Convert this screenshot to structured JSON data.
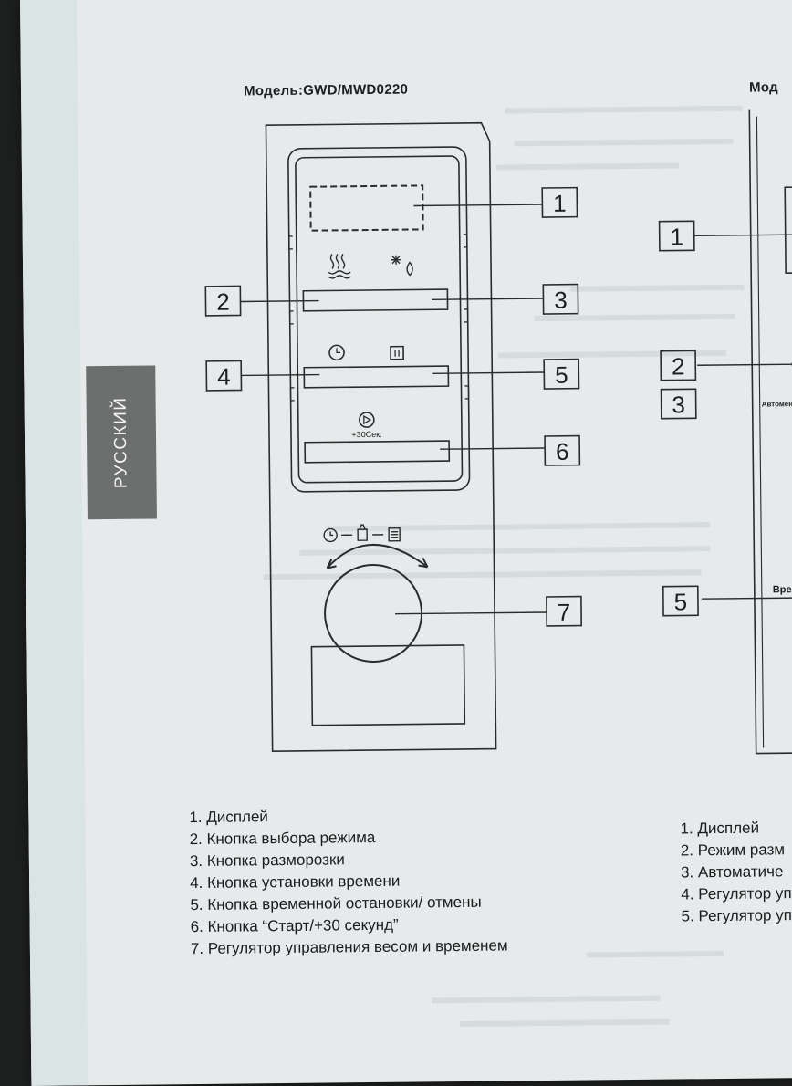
{
  "left_diagram": {
    "model_title": "Модель:GWD/MWD0220",
    "plus30_label": "+30Сек.",
    "callouts": [
      "1",
      "2",
      "3",
      "4",
      "5",
      "6",
      "7"
    ],
    "legend": [
      "1. Дисплей",
      "2. Кнопка выбора режима",
      "3. Кнопка разморозки",
      "4. Кнопка установки времени",
      "5. Кнопка временной остановки/ отмены",
      "6. Кнопка “Старт/+30 секунд”",
      "7. Регулятор управления весом и временем"
    ]
  },
  "side_tab": {
    "label": "РУССКИЙ"
  },
  "right_diagram": {
    "model_title_partial": "Мод",
    "callouts": [
      "1",
      "2",
      "3",
      "5"
    ],
    "knob_label_auto": "Автоменю",
    "knob_label_time": "Время",
    "legend": [
      "1. Дисплей",
      "2. Режим разм",
      "3. Автоматиче",
      "4. Регулятор уп",
      "5. Регулятор уп"
    ]
  },
  "icons": [
    "microwave-power-icon",
    "defrost-icon",
    "clock-icon",
    "pause-icon",
    "start-icon",
    "clock-icon",
    "weight-icon",
    "menu-icon",
    "rotation-arrow-icon"
  ],
  "colors": {
    "paper": "#e7eaea",
    "ink": "#2a2b2c",
    "tab": "#6d6e6e",
    "background": "#1e1f1f"
  }
}
